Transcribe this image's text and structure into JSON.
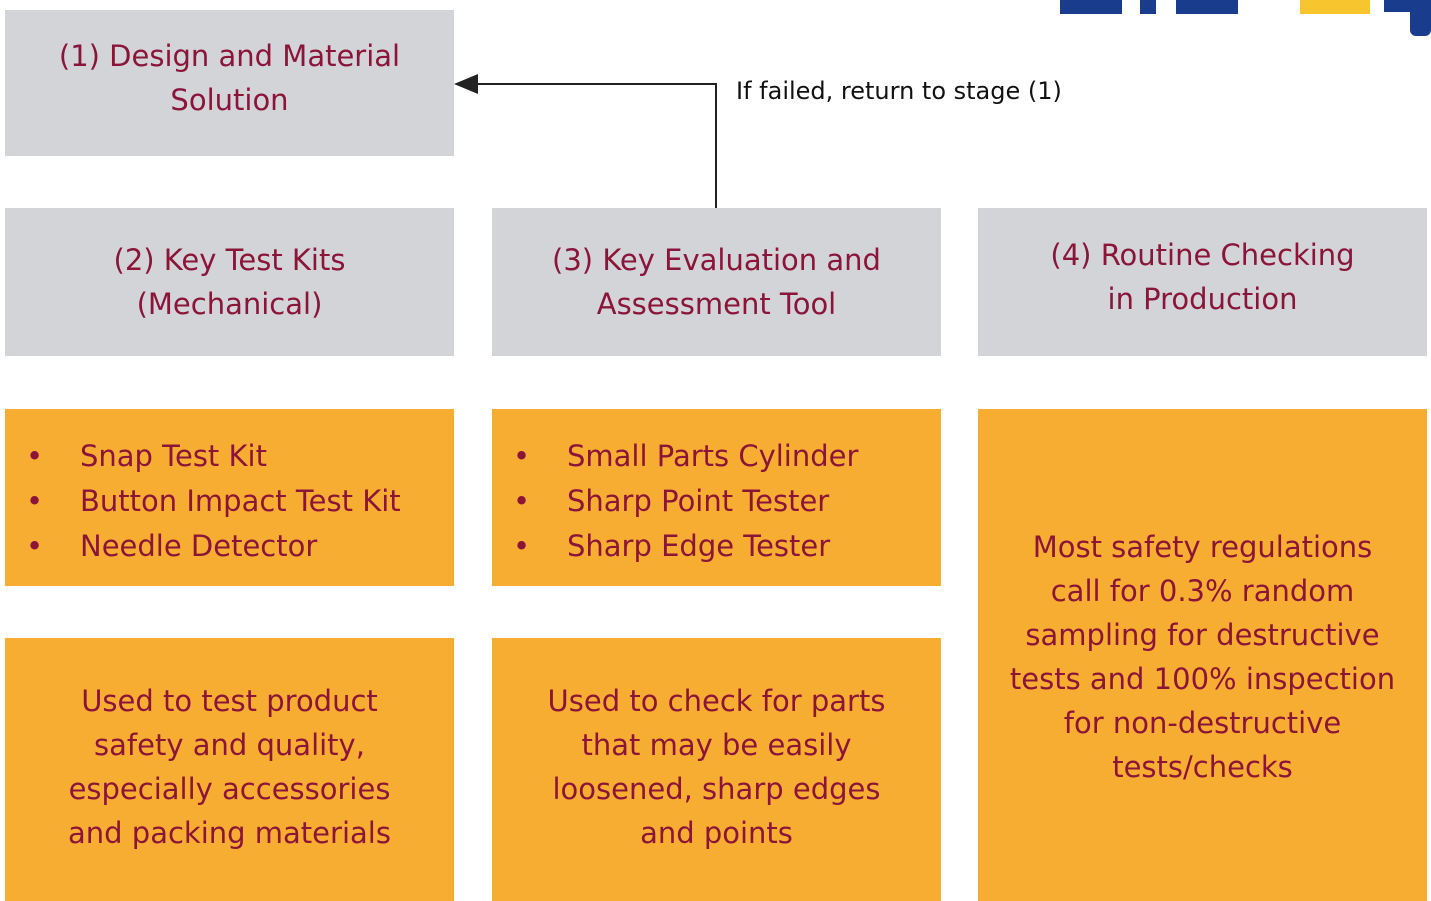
{
  "stages": {
    "stage1": {
      "line1": "(1) Design and Material",
      "line2": "Solution"
    },
    "stage2": {
      "line1": "(2) Key Test Kits",
      "line2": "(Mechanical)"
    },
    "stage3": {
      "line1": "(3) Key Evaluation and",
      "line2": "Assessment Tool"
    },
    "stage4": {
      "line1": "(4) Routine Checking",
      "line2": "in Production"
    }
  },
  "feedback_label": "If failed, return to stage (1)",
  "kits": {
    "bullet_glyph": "•",
    "mechanical": [
      "Snap Test Kit",
      "Button Impact Test Kit",
      "Needle Detector"
    ],
    "evaluation": [
      "Small Parts Cylinder",
      "Sharp Point Tester",
      "Sharp Edge Tester"
    ]
  },
  "descriptions": {
    "mechanical": [
      "Used to test product",
      "safety and quality,",
      "especially accessories",
      "and packing materials"
    ],
    "evaluation": [
      "Used to check for parts",
      "that may be easily",
      "loosened, sharp edges",
      "and points"
    ],
    "production": [
      "Most safety regulations",
      "call for 0.3% random",
      "sampling for destructive",
      "tests and 100% inspection",
      "for non-destructive",
      "tests/checks"
    ]
  },
  "colors": {
    "stage_box": "#d2d4d8",
    "detail_box": "#f7ad32",
    "text": "#8b1538",
    "logo_navy": "#1a3c8c",
    "logo_yellow": "#f7c62f"
  }
}
